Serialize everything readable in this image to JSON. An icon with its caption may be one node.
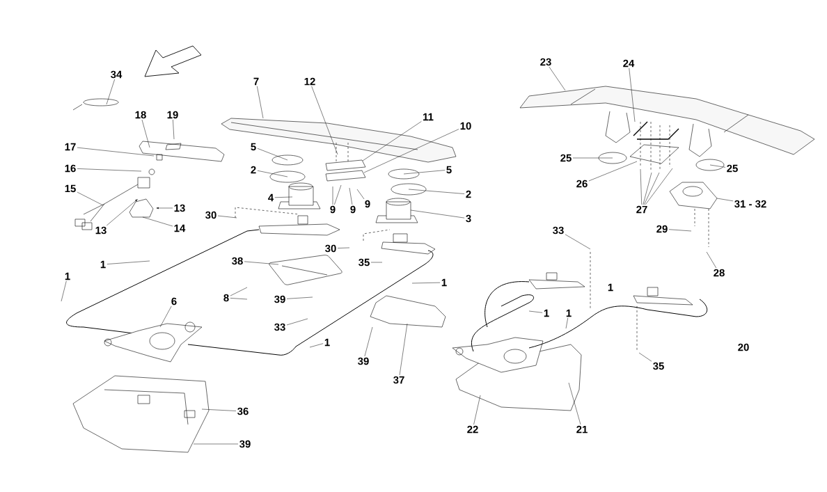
{
  "diagram": {
    "nodes": [
      {
        "text": [
          "34"
        ]
      },
      {
        "text": [
          "18"
        ]
      },
      {
        "text": [
          "19"
        ]
      },
      {
        "text": [
          "17"
        ]
      },
      {
        "text": [
          "16"
        ]
      },
      {
        "text": [
          "15"
        ]
      },
      {
        "text": [
          "13"
        ]
      },
      {
        "text": [
          "13"
        ]
      },
      {
        "text": [
          "14"
        ]
      },
      {
        "text": [
          "7"
        ]
      },
      {
        "text": [
          "12"
        ]
      },
      {
        "text": [
          "11"
        ]
      },
      {
        "text": [
          "10"
        ]
      },
      {
        "text": [
          "5"
        ]
      },
      {
        "text": [
          "2"
        ]
      },
      {
        "text": [
          "4"
        ]
      },
      {
        "text": [
          "9"
        ]
      },
      {
        "text": [
          "9"
        ]
      },
      {
        "text": [
          "9"
        ]
      },
      {
        "text": [
          "5"
        ]
      },
      {
        "text": [
          "2"
        ]
      },
      {
        "text": [
          "3"
        ]
      },
      {
        "text": [
          "30"
        ]
      },
      {
        "text": [
          "30"
        ]
      },
      {
        "text": [
          "35"
        ]
      },
      {
        "text": [
          "38"
        ]
      },
      {
        "text": [
          "1"
        ]
      },
      {
        "text": [
          "1"
        ]
      },
      {
        "text": [
          "8"
        ]
      },
      {
        "text": [
          "39"
        ]
      },
      {
        "text": [
          "6"
        ]
      },
      {
        "text": [
          "33"
        ]
      },
      {
        "text": [
          "1"
        ]
      },
      {
        "text": [
          "1"
        ]
      },
      {
        "text": [
          "39"
        ]
      },
      {
        "text": [
          "37"
        ]
      },
      {
        "text": [
          "36"
        ]
      },
      {
        "text": [
          "39"
        ]
      },
      {
        "text": [
          "23"
        ]
      },
      {
        "text": [
          "24"
        ]
      },
      {
        "text": [
          "25"
        ]
      },
      {
        "text": [
          "26"
        ]
      },
      {
        "text": [
          "27"
        ]
      },
      {
        "text": [
          "25"
        ]
      },
      {
        "text": [
          "31 - 32"
        ]
      },
      {
        "text": [
          "29"
        ]
      },
      {
        "text": [
          "28"
        ]
      },
      {
        "text": [
          "33"
        ]
      },
      {
        "text": [
          "1"
        ]
      },
      {
        "text": [
          "1"
        ]
      },
      {
        "text": [
          "35"
        ]
      },
      {
        "text": [
          "22"
        ]
      },
      {
        "text": [
          "21"
        ]
      }
    ],
    "edges": [
      {
        "from": 0,
        "to": null,
        "arrow": "none"
      },
      {
        "from": 1,
        "to": null,
        "arrow": "none"
      },
      {
        "from": 2,
        "to": null,
        "arrow": "none"
      },
      {
        "from": 3,
        "to": null,
        "arrow": "none"
      },
      {
        "from": 4,
        "to": null,
        "arrow": "none"
      },
      {
        "from": 5,
        "to": null,
        "arrow": "none"
      },
      {
        "from": 6,
        "to": null,
        "arrow": "to"
      },
      {
        "from": 7,
        "to": null,
        "arrow": "to"
      },
      {
        "from": 8,
        "to": null,
        "arrow": "none"
      },
      {
        "from": 9,
        "to": null,
        "arrow": "none"
      },
      {
        "from": 10,
        "to": null,
        "arrow": "none"
      },
      {
        "from": 11,
        "to": null,
        "arrow": "none"
      },
      {
        "from": 12,
        "to": null,
        "arrow": "none"
      },
      {
        "from": 13,
        "to": null,
        "arrow": "none"
      },
      {
        "from": 14,
        "to": null,
        "arrow": "none"
      },
      {
        "from": 15,
        "to": null,
        "arrow": "none"
      },
      {
        "from": 16,
        "to": null,
        "arrow": "none"
      },
      {
        "from": 16,
        "to": null,
        "arrow": "none"
      },
      {
        "from": 17,
        "to": null,
        "arrow": "none"
      },
      {
        "from": 18,
        "to": null,
        "arrow": "none"
      },
      {
        "from": 19,
        "to": null,
        "arrow": "none"
      },
      {
        "from": 20,
        "to": null,
        "arrow": "none"
      },
      {
        "from": 21,
        "to": null,
        "arrow": "none"
      },
      {
        "from": 22,
        "to": null,
        "arrow": "none"
      },
      {
        "from": 23,
        "to": null,
        "arrow": "none"
      },
      {
        "from": 24,
        "to": null,
        "arrow": "none"
      },
      {
        "from": 25,
        "to": null,
        "arrow": "none"
      },
      {
        "from": 26,
        "to": null,
        "arrow": "none"
      },
      {
        "from": 27,
        "to": null,
        "arrow": "none"
      },
      {
        "from": 28,
        "to": null,
        "arrow": "none"
      },
      {
        "from": 28,
        "to": null,
        "arrow": "none"
      },
      {
        "from": 29,
        "to": null,
        "arrow": "none"
      },
      {
        "from": 30,
        "to": null,
        "arrow": "none"
      },
      {
        "from": 31,
        "to": null,
        "arrow": "none"
      },
      {
        "from": 32,
        "to": null,
        "arrow": "none"
      },
      {
        "from": 33,
        "to": null,
        "arrow": "none"
      },
      {
        "from": 34,
        "to": null,
        "arrow": "none"
      },
      {
        "from": 35,
        "to": null,
        "arrow": "none"
      },
      {
        "from": 36,
        "to": null,
        "arrow": "none"
      },
      {
        "from": 37,
        "to": null,
        "arrow": "none"
      },
      {
        "from": 38,
        "to": null,
        "arrow": "none"
      },
      {
        "from": 39,
        "to": null,
        "arrow": "none"
      },
      {
        "from": 40,
        "to": null,
        "arrow": "none"
      },
      {
        "from": 41,
        "to": null,
        "arrow": "none"
      },
      {
        "from": 42,
        "to": null,
        "arrow": "none"
      },
      {
        "from": 42,
        "to": null,
        "arrow": "none"
      },
      {
        "from": 42,
        "to": null,
        "arrow": "none"
      },
      {
        "from": 42,
        "to": null,
        "arrow": "none"
      },
      {
        "from": 43,
        "to": null,
        "arrow": "none"
      },
      {
        "from": 44,
        "to": null,
        "arrow": "none"
      },
      {
        "from": 45,
        "to": null,
        "arrow": "none"
      },
      {
        "from": 46,
        "to": null,
        "arrow": "none"
      },
      {
        "from": 47,
        "to": null,
        "arrow": "none"
      },
      {
        "from": 48,
        "to": null,
        "arrow": "none"
      },
      {
        "from": 49,
        "to": null,
        "arrow": "none"
      },
      {
        "from": 50,
        "to": null,
        "arrow": "none"
      },
      {
        "from": 51,
        "to": null,
        "arrow": "none"
      },
      {
        "from": 52,
        "to": null,
        "arrow": "none"
      }
    ],
    "labels": [
      "1",
      "20"
    ]
  }
}
